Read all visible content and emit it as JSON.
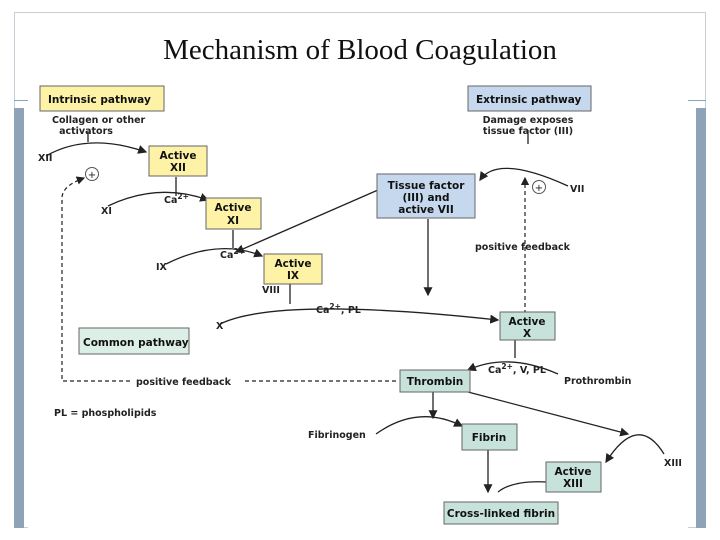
{
  "title": "Mechanism of Blood Coagulation",
  "colors": {
    "yellow_box": "#fdf2a6",
    "teal_box": "#c7e2db",
    "blue_box": "#c5d8ee",
    "common_box": "#dcefe6",
    "frame_accent": "#8fa3b8"
  },
  "boxes": {
    "intrinsic_pathway": "Intrinsic pathway",
    "extrinsic_pathway": "Extrinsic pathway",
    "active_xii_1": "Active",
    "active_xii_2": "XII",
    "active_xi_1": "Active",
    "active_xi_2": "XI",
    "active_ix_1": "Active",
    "active_ix_2": "IX",
    "tissue_factor_1": "Tissue factor",
    "tissue_factor_2": "(III) and",
    "tissue_factor_3": "active VII",
    "common_pathway": "Common pathway",
    "active_x_1": "Active",
    "active_x_2": "X",
    "thrombin": "Thrombin",
    "fibrin": "Fibrin",
    "active_xiii_1": "Active",
    "active_xiii_2": "XIII",
    "cross_linked_fibrin": "Cross-linked fibrin"
  },
  "labels": {
    "collagen_1": "Collagen or other",
    "collagen_2": "activators",
    "damage_1": "Damage exposes",
    "damage_2": "tissue factor (III)",
    "xii": "XII",
    "xi": "XI",
    "ix": "IX",
    "viii": "VIII",
    "x": "X",
    "vii": "VII",
    "ca": "Ca",
    "ca_sup": "2+",
    "ca_pl_suffix": ", PL",
    "ca_v_pl_suffix": ", V, PL",
    "positive_feedback_1": "positive feedback",
    "positive_feedback_2": "positive feedback",
    "prothrombin": "Prothrombin",
    "fibrinogen": "Fibrinogen",
    "xiii": "XIII",
    "pl_note": "PL = phospholipids",
    "plus": "+"
  }
}
